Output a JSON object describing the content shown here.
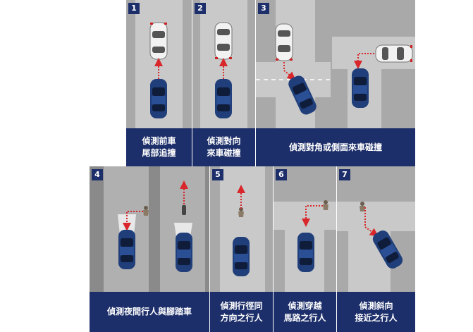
{
  "panels": [
    {
      "num": "1",
      "caption": "偵測前車\n尾部追撞"
    },
    {
      "num": "2",
      "caption": "偵測對向\n來車碰撞"
    },
    {
      "num": "3",
      "caption": "偵測對角或側面來車碰撞"
    },
    {
      "num": "4",
      "caption": "偵測夜間行人與腳踏車"
    },
    {
      "num": "5",
      "caption": "偵測行徑同\n方向之行人"
    },
    {
      "num": "6",
      "caption": "偵測穿越\n馬路之行人"
    },
    {
      "num": "7",
      "caption": "偵測斜向\n接近之行人"
    }
  ],
  "colors": {
    "navy": "#1d2f6a",
    "road": "#c9c9c9",
    "side": "#a9a9a9",
    "arrow": "#d8262b"
  }
}
